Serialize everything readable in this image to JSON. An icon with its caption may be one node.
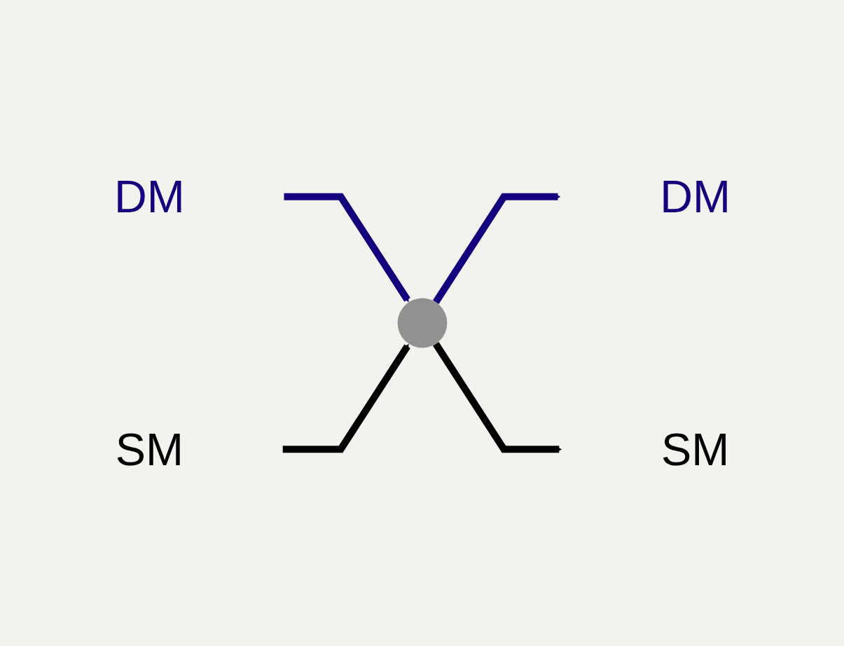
{
  "diagram": {
    "nodes": [
      {
        "text": [
          "DM"
        ]
      },
      {
        "text": [
          "DM"
        ]
      },
      {
        "text": [],
        "shape": "circle"
      },
      {
        "text": [
          "SM"
        ]
      },
      {
        "text": [
          "SM"
        ]
      }
    ],
    "edges": [
      {
        "from": 0,
        "to": 2,
        "arrow": "to",
        "color": "#13007c"
      },
      {
        "from": 2,
        "to": 1,
        "arrow": "to",
        "color": "#13007c"
      },
      {
        "from": 3,
        "to": 2,
        "arrow": "to",
        "color": "#000000"
      },
      {
        "from": 2,
        "to": 4,
        "arrow": "to",
        "color": "#000000"
      }
    ]
  }
}
